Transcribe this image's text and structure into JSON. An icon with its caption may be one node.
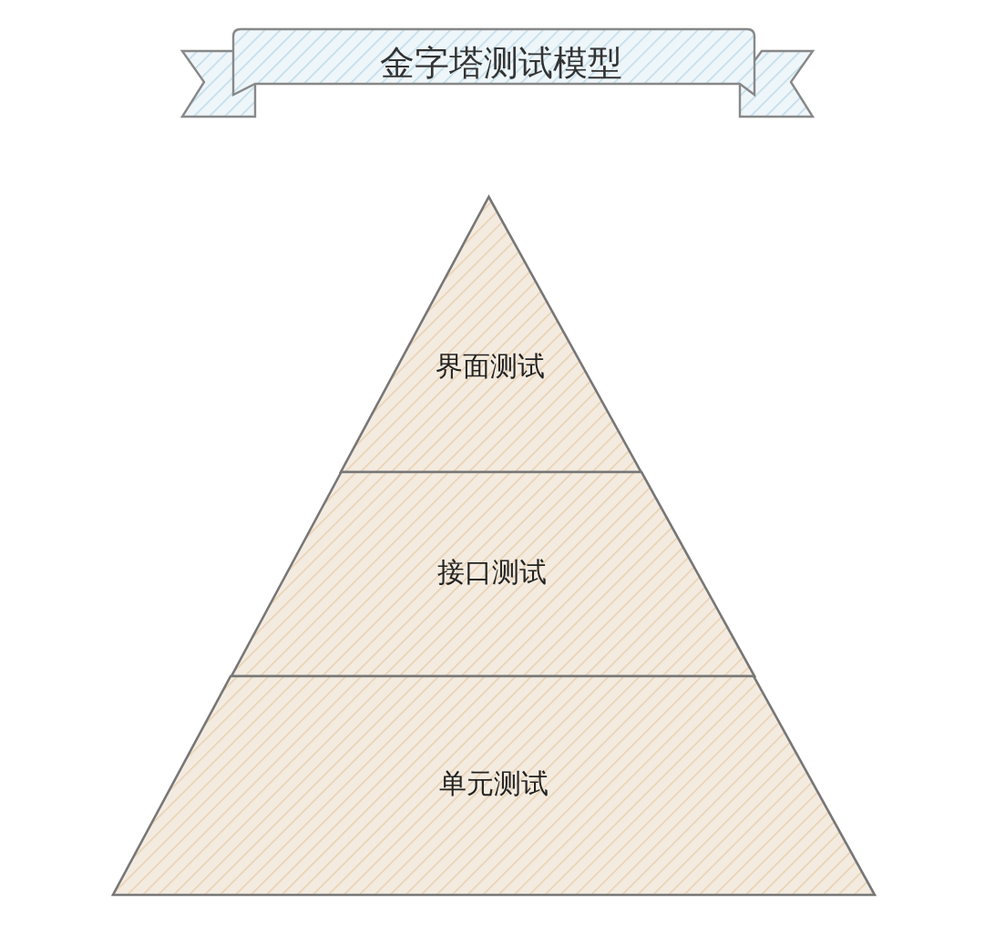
{
  "diagram": {
    "title": "金字塔测试模型",
    "nodes": [
      {
        "text": [
          "界面测试"
        ]
      },
      {
        "text": [
          "接口测试"
        ]
      },
      {
        "text": [
          "单元测试"
        ]
      }
    ],
    "edges": []
  }
}
